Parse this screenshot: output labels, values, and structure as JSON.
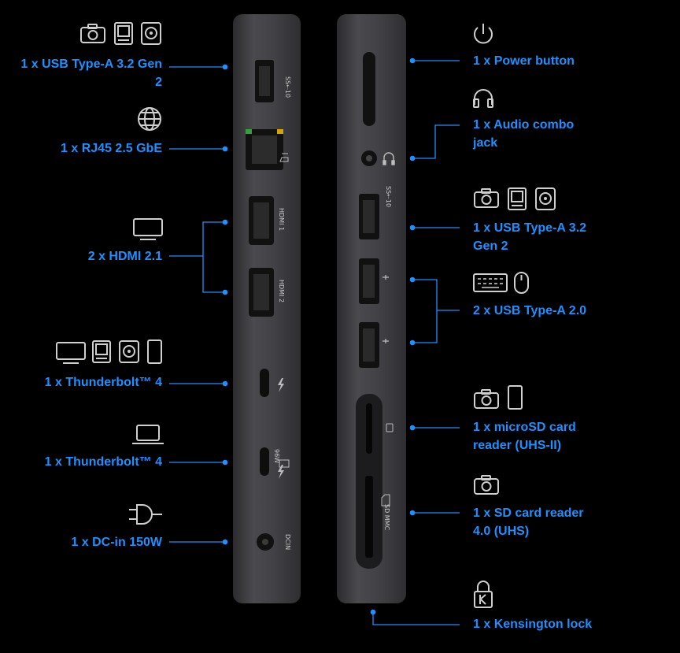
{
  "accent_color": "#1e90ff",
  "rear_ports": [
    {
      "id": "usb-a-32-left",
      "label": "1 x USB Type-A 3.2 Gen 2",
      "icons": [
        "camera-icon",
        "storage-drive-icon",
        "hard-disk-icon"
      ]
    },
    {
      "id": "rj45",
      "label": "1 x RJ45 2.5 GbE",
      "icons": [
        "globe-icon"
      ]
    },
    {
      "id": "hdmi",
      "label": "2 x HDMI 2.1",
      "icons": [
        "monitor-icon"
      ]
    },
    {
      "id": "tb4-a",
      "label": "1 x Thunderbolt™ 4",
      "icons": [
        "monitor-icon",
        "storage-drive-icon",
        "hard-disk-icon",
        "phone-icon"
      ]
    },
    {
      "id": "tb4-b",
      "label": "1 x Thunderbolt™ 4",
      "icons": [
        "laptop-icon"
      ]
    },
    {
      "id": "dc-in",
      "label": "1 x DC-in 150W",
      "icons": [
        "power-plug-icon"
      ]
    }
  ],
  "front_ports": [
    {
      "id": "power",
      "label": "1 x Power button",
      "icons": [
        "power-icon"
      ]
    },
    {
      "id": "audio",
      "label": "1 x Audio combo jack",
      "icons": [
        "headphones-icon"
      ]
    },
    {
      "id": "usb-a-32-right",
      "label": "1 x USB Type-A 3.2 Gen 2",
      "icons": [
        "camera-icon",
        "storage-drive-icon",
        "hard-disk-icon"
      ]
    },
    {
      "id": "usb-a-20",
      "label": "2 x USB Type-A 2.0",
      "icons": [
        "keyboard-icon",
        "mouse-icon"
      ]
    },
    {
      "id": "microsd",
      "label": "1 x microSD card reader (UHS-II)",
      "icons": [
        "camera-icon",
        "phone-icon"
      ]
    },
    {
      "id": "sd",
      "label": "1 x SD card reader 4.0 (UHS)",
      "icons": [
        "camera-icon"
      ]
    },
    {
      "id": "kensington",
      "label": "1 x Kensington lock",
      "icons": [
        "kensington-lock-icon"
      ]
    }
  ],
  "port_markings": {
    "usb_ss10": "SS⇠10",
    "hdmi1": "HDMI 1",
    "hdmi2": "HDMI 2",
    "tb_power": "96W",
    "dc_in": "DCIN",
    "sd_mmc": "SD MMC"
  }
}
